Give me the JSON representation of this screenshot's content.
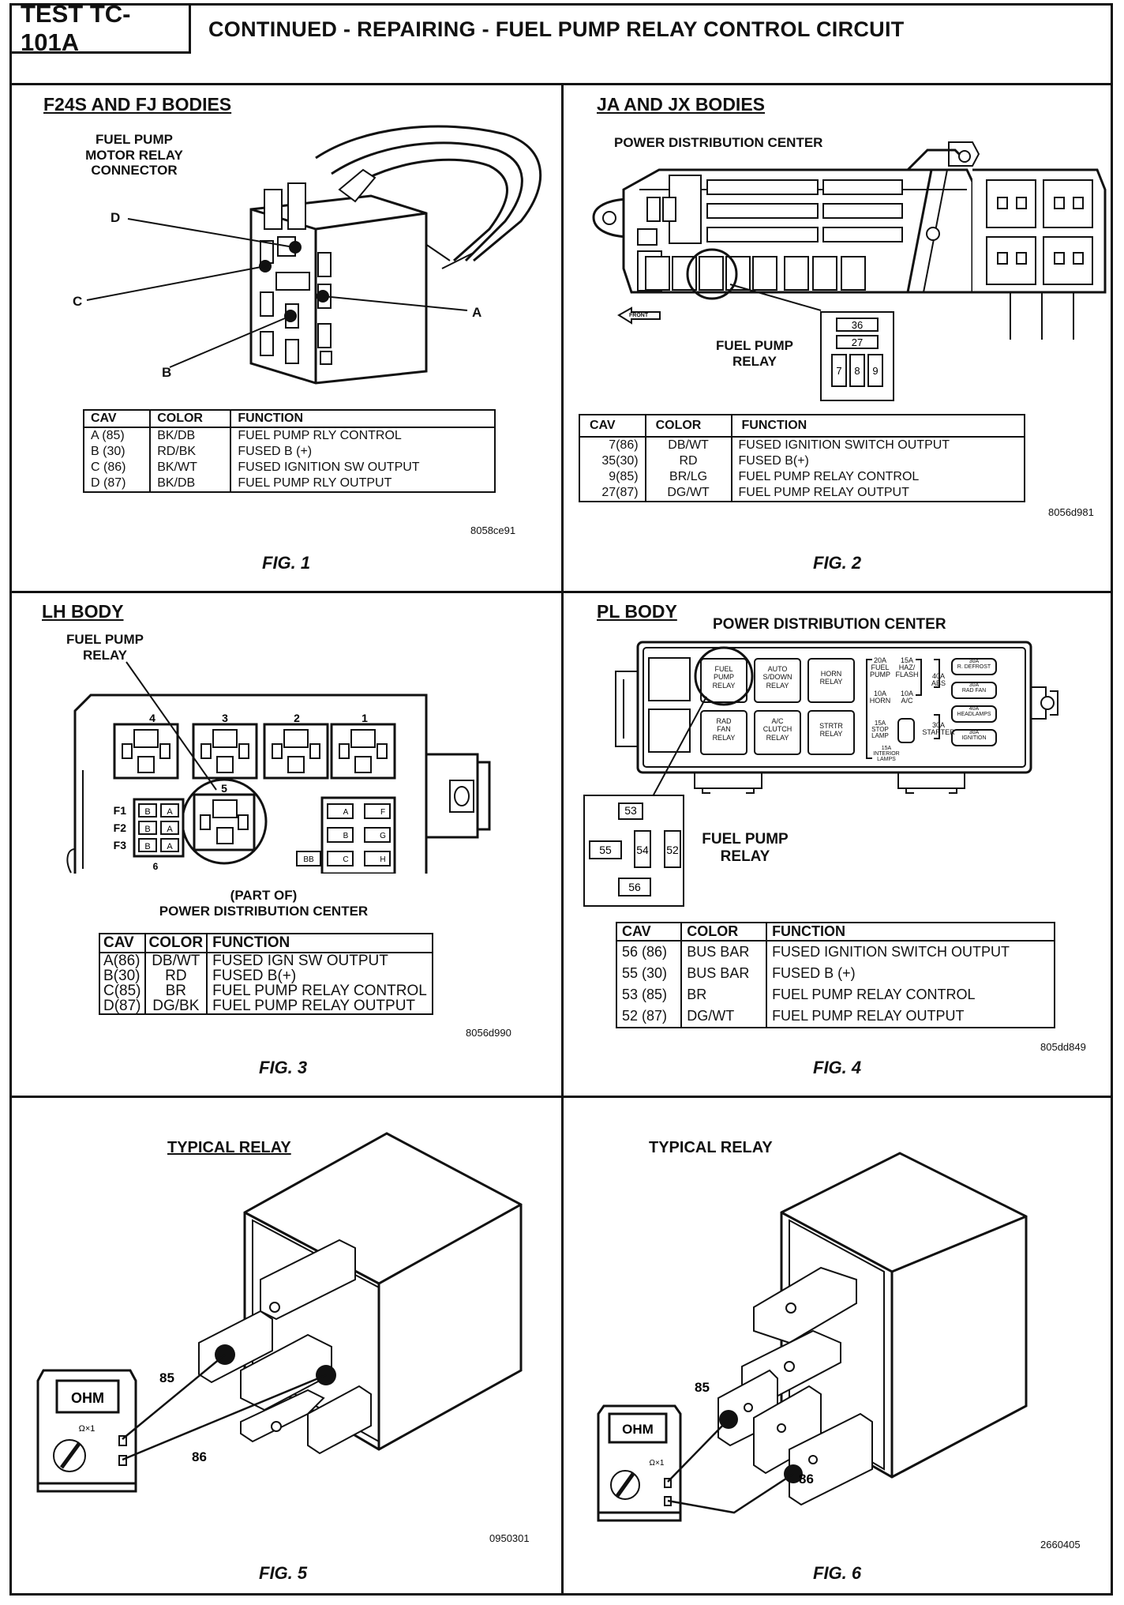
{
  "header": {
    "test_id": "TEST TC-101A",
    "title": "CONTINUED - REPAIRING - FUEL PUMP RELAY CONTROL CIRCUIT"
  },
  "fig1": {
    "section_title": "F24S AND FJ BODIES",
    "component_label": "FUEL PUMP\nMOTOR RELAY\nCONNECTOR",
    "pin_labels": [
      "D",
      "C",
      "A",
      "B"
    ],
    "table": {
      "headers": [
        "CAV",
        "COLOR",
        "FUNCTION"
      ],
      "rows": [
        [
          "A (85)",
          "BK/DB",
          "FUEL PUMP RLY CONTROL"
        ],
        [
          "B (30)",
          "RD/BK",
          "FUSED B (+)"
        ],
        [
          "C (86)",
          "BK/WT",
          "FUSED IGNITION SW OUTPUT"
        ],
        [
          "D (87)",
          "BK/DB",
          "FUEL PUMP RLY OUTPUT"
        ]
      ]
    },
    "code": "8058ce91",
    "caption": "FIG. 1"
  },
  "fig2": {
    "section_title": "JA AND JX BODIES",
    "subtitle": "POWER DISTRIBUTION CENTER",
    "relay_label": "FUEL PUMP\nRELAY",
    "front_label": "FRONT",
    "cavities": [
      "36",
      "27",
      "7",
      "8",
      "9"
    ],
    "table": {
      "headers": [
        "CAV",
        "COLOR",
        "FUNCTION"
      ],
      "rows": [
        [
          "7(86)",
          "DB/WT",
          "FUSED IGNITION SWITCH OUTPUT"
        ],
        [
          "35(30)",
          "RD",
          "FUSED B(+)"
        ],
        [
          "9(85)",
          "BR/LG",
          "FUEL PUMP RELAY CONTROL"
        ],
        [
          "27(87)",
          "DG/WT",
          "FUEL PUMP RELAY OUTPUT"
        ]
      ]
    },
    "code": "8056d981",
    "caption": "FIG. 2"
  },
  "fig3": {
    "section_title": "LH BODY",
    "relay_label": "FUEL PUMP\nRELAY",
    "relay_numbers": [
      "4",
      "3",
      "2",
      "1",
      "5"
    ],
    "fuse_labels": [
      "F1",
      "F2",
      "F3",
      "6"
    ],
    "fuse_letters": [
      "B",
      "A",
      "B",
      "A",
      "B",
      "A"
    ],
    "side_letters": [
      "A",
      "B",
      "C",
      "F",
      "G",
      "H",
      "BB"
    ],
    "bottom_label": "(PART OF)\nPOWER DISTRIBUTION CENTER",
    "table": {
      "headers": [
        "CAV",
        "COLOR",
        "FUNCTION"
      ],
      "rows": [
        [
          "A(86)",
          "DB/WT",
          "FUSED IGN SW OUTPUT"
        ],
        [
          "B(30)",
          "RD",
          "FUSED B(+)"
        ],
        [
          "C(85)",
          "BR",
          "FUEL PUMP RELAY CONTROL"
        ],
        [
          "D(87)",
          "DG/BK",
          "FUEL PUMP RELAY OUTPUT"
        ]
      ]
    },
    "code": "8056d990",
    "caption": "FIG. 3"
  },
  "fig4": {
    "section_title": "PL BODY",
    "subtitle": "POWER DISTRIBUTION CENTER",
    "relays": [
      "FUEL\nPUMP\nRELAY",
      "AUTO\nS/DOWN\nRELAY",
      "HORN\nRELAY",
      "RAD\nFAN\nRELAY",
      "A/C\nCLUTCH\nRELAY",
      "STRTR\nRELAY"
    ],
    "fuses": [
      "20A\nFUEL\nPUMP",
      "15A\nHAZ/\nFLASH",
      "10A\nHORN",
      "10A\nA/C",
      "15A\nSTOP\nLAMP",
      "15A\nINTERIOR\nLAMPS",
      "40A\nABS",
      "30A\nSTARTER",
      "30A\nR. DEFROST",
      "30A\nRAD FAN",
      "40A\nHEADLAMPS",
      "30A\nIGNITION"
    ],
    "relay_label": "FUEL PUMP\nRELAY",
    "cavities": [
      "53",
      "55",
      "54",
      "52",
      "56"
    ],
    "table": {
      "headers": [
        "CAV",
        "COLOR",
        "FUNCTION"
      ],
      "rows": [
        [
          "56 (86)",
          "BUS BAR",
          "FUSED IGNITION SWITCH OUTPUT"
        ],
        [
          "55 (30)",
          "BUS BAR",
          "FUSED B (+)"
        ],
        [
          "53 (85)",
          "BR",
          "FUEL PUMP RELAY CONTROL"
        ],
        [
          "52 (87)",
          "DG/WT",
          "FUEL PUMP RELAY OUTPUT"
        ]
      ]
    },
    "code": "805dd849",
    "caption": "FIG. 4"
  },
  "fig5": {
    "title": "TYPICAL RELAY",
    "meter_display": "OHM",
    "meter_range": "Ω×1",
    "terminal_labels": [
      "85",
      "86"
    ],
    "code": "0950301",
    "caption": "FIG. 5"
  },
  "fig6": {
    "title": "TYPICAL RELAY",
    "meter_display": "OHM",
    "meter_range": "Ω×1",
    "terminal_labels": [
      "85",
      "86"
    ],
    "code": "2660405",
    "caption": "FIG. 6"
  }
}
